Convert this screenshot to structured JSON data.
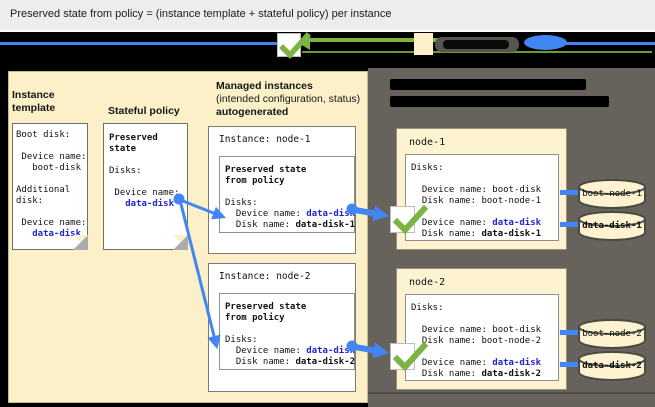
{
  "title": "Preserved state from policy = (instance template + stateful policy) per instance",
  "colors": {
    "accent_blue": "#4285F4",
    "link_blue": "#2323D6",
    "check_green": "#7CB342",
    "panel_cream": "#FCF0C8",
    "card_cream": "#FDF3D0",
    "dark_panel": "#67635C"
  },
  "instance_template": {
    "heading": "Instance template",
    "doc_lines": [
      [
        {
          "t": "Boot disk:"
        }
      ],
      [],
      [
        {
          "t": " Device name:"
        }
      ],
      [
        {
          "t": "   boot-disk"
        }
      ],
      [],
      [
        {
          "t": "Additional"
        }
      ],
      [
        {
          "t": "disk:"
        }
      ],
      [],
      [
        {
          "t": " Device name:"
        }
      ],
      [
        {
          "t": "   data-disk",
          "s": "bb"
        }
      ]
    ]
  },
  "stateful_policy": {
    "heading": "Stateful policy",
    "doc_lines": [
      [
        {
          "t": "Preserved",
          "s": "b"
        }
      ],
      [
        {
          "t": "state",
          "s": "b"
        }
      ],
      [],
      [
        {
          "t": "Disks:"
        }
      ],
      [],
      [
        {
          "t": " Device name:"
        }
      ],
      [
        {
          "t": "   data-disk",
          "s": "bb"
        }
      ]
    ]
  },
  "managed_instances": {
    "heading_line1": "Managed instances",
    "heading_line2": "(intended configuration, status)",
    "heading_line3": "autogenerated",
    "instances": [
      {
        "title": "Instance: node-1",
        "preserved_lines": [
          [
            {
              "t": "Preserved state",
              "s": "b"
            }
          ],
          [
            {
              "t": "from policy",
              "s": "b"
            }
          ],
          [],
          [
            {
              "t": "Disks:"
            }
          ],
          [
            {
              "t": "  Device name: "
            },
            {
              "t": "data-disk",
              "s": "bb"
            }
          ],
          [
            {
              "t": "  Disk name: "
            },
            {
              "t": "data-disk-1",
              "s": "b"
            }
          ]
        ]
      },
      {
        "title": "Instance: node-2",
        "preserved_lines": [
          [
            {
              "t": "Preserved state",
              "s": "b"
            }
          ],
          [
            {
              "t": "from policy",
              "s": "b"
            }
          ],
          [],
          [
            {
              "t": "Disks:"
            }
          ],
          [
            {
              "t": "  Device name: "
            },
            {
              "t": "data-disk",
              "s": "bb"
            }
          ],
          [
            {
              "t": "  Disk name: "
            },
            {
              "t": "data-disk-2",
              "s": "b"
            }
          ]
        ]
      }
    ]
  },
  "vm_instances": [
    {
      "name": "node-1",
      "disk_lines": [
        [
          {
            "t": "Disks:"
          }
        ],
        [],
        [
          {
            "t": "  Device name: boot-disk"
          }
        ],
        [
          {
            "t": "  Disk name: boot-node-1"
          }
        ],
        [],
        [
          {
            "t": "  Device name: "
          },
          {
            "t": "data-disk",
            "s": "bb"
          }
        ],
        [
          {
            "t": "  Disk name: "
          },
          {
            "t": "data-disk-1",
            "s": "b"
          }
        ]
      ],
      "disks": [
        {
          "label": "boot-node-1"
        },
        {
          "label": "data-disk-1"
        }
      ]
    },
    {
      "name": "node-2",
      "disk_lines": [
        [
          {
            "t": "Disks:"
          }
        ],
        [],
        [
          {
            "t": "  Device name: boot-disk"
          }
        ],
        [
          {
            "t": "  Disk name: boot-node-2"
          }
        ],
        [],
        [
          {
            "t": "  Device name: "
          },
          {
            "t": "data-disk",
            "s": "bb"
          }
        ],
        [
          {
            "t": "  Disk name: "
          },
          {
            "t": "data-disk-2",
            "s": "b"
          }
        ]
      ],
      "disks": [
        {
          "label": "boot-node-2"
        },
        {
          "label": "data-disk-2"
        }
      ]
    }
  ]
}
